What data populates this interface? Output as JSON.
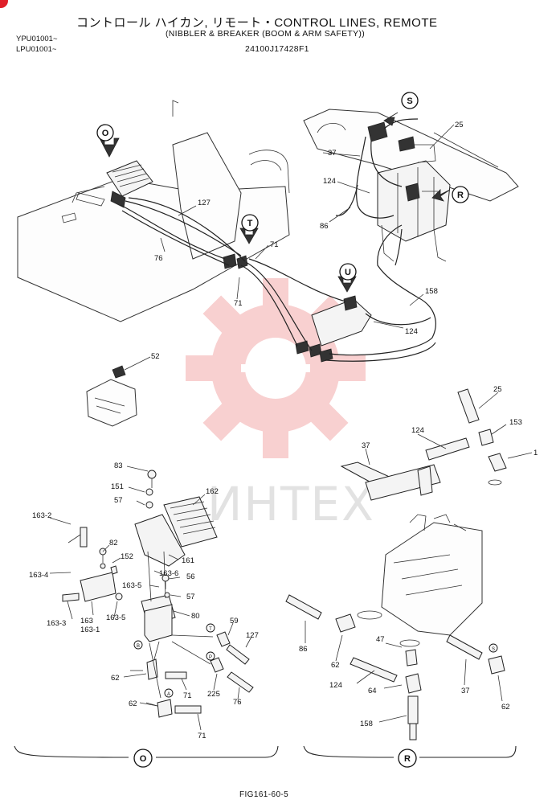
{
  "header": {
    "title": "コントロール ハイカン, リモート・CONTROL LINES, REMOTE",
    "subtitle": "(NIBBLER & BREAKER (BOOM & ARM SAFETY))",
    "part_number": "24100J17428F1",
    "serial_1": "YPU01001~",
    "serial_2": "LPU01001~"
  },
  "callouts": {
    "O": "O",
    "S": "S",
    "R": "R",
    "T": "T",
    "U": "U",
    "A": "A",
    "B": "B",
    "P": "P",
    "T_small": "T",
    "S_small": "S"
  },
  "labels": {
    "p127_top": "127",
    "p76_top": "76",
    "p71_top": "71",
    "p71_mid": "71",
    "p124_top": "124",
    "p158_top": "158",
    "p25_top": "25",
    "p37_top": "37",
    "p124_topr": "124",
    "p86_top": "86",
    "p52": "52",
    "p83": "83",
    "p151": "151",
    "p57a": "57",
    "p162": "162",
    "p163_2": "163-2",
    "p82": "82",
    "p152": "152",
    "p163_6": "163-6",
    "p163_5a": "163-5",
    "p163_4": "163-4",
    "p161": "161",
    "p56": "56",
    "p57b": "57",
    "p163_3": "163-3",
    "p163": "163",
    "p163_1": "163-1",
    "p163_5b": "163-5",
    "p80": "80",
    "p59": "59",
    "p127_bot": "127",
    "p62a": "62",
    "p225": "225",
    "p76_bot": "76",
    "p71_botA": "71",
    "p62b": "62",
    "p71_botB": "71",
    "p25_r": "25",
    "p153": "153",
    "p1": "1",
    "p37_r": "37",
    "p124_r": "124",
    "p86_r": "86",
    "p62_r": "62",
    "p47": "47",
    "p124_r2": "124",
    "p64": "64",
    "p37_r2": "37",
    "p62_r2": "62",
    "p158_r": "158"
  },
  "sections": {
    "left": "O",
    "right": "R"
  },
  "figure": "FIG161-60-5",
  "watermark": "ИНТЕХ",
  "colors": {
    "watermark_gear": "#f7c8c8",
    "corner_dot": "#e0202a"
  }
}
